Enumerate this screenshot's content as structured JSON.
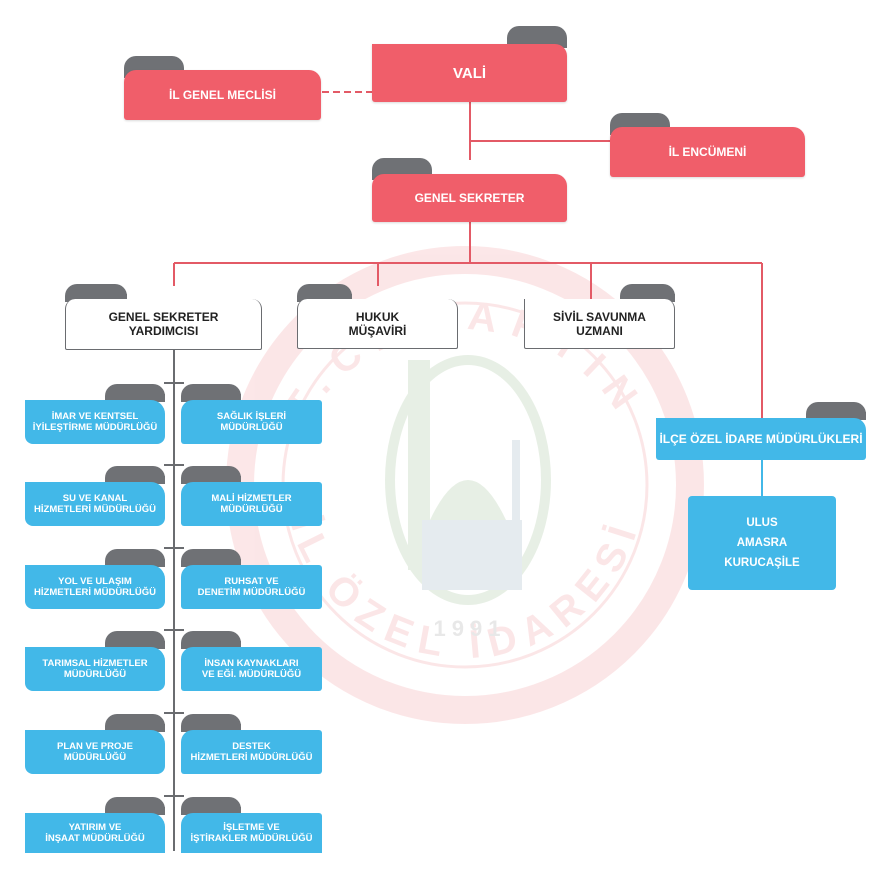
{
  "colors": {
    "accent_red": "#f05e6a",
    "accent_blue": "#42b8e8",
    "tab_gray": "#6f7175",
    "line_red": "#e35a66"
  },
  "watermark": {
    "top_arc": "T.C. BARTIN",
    "bottom_arc": "İL ÖZEL İDARESİ",
    "year": "1991"
  },
  "top": {
    "vali": "VALİ",
    "il_genel_meclisi": "İL GENEL MECLİSİ",
    "il_encumeni": "İL ENCÜMENİ",
    "genel_sekreter": "GENEL SEKRETER"
  },
  "second": {
    "yardimcisi": "GENEL SEKRETER\nYARDIMCISI",
    "hukuk": "HUKUK\nMÜŞAVİRİ",
    "sivil": "SİVİL SAVUNMA\nUZMANI",
    "ilce": "İLÇE ÖZEL İDARE MÜDÜRLÜKLERİ"
  },
  "units_left": [
    "İMAR VE KENTSEL\nİYİLEŞTİRME MÜDÜRLÜĞÜ",
    "SU VE KANAL\nHİZMETLERİ MÜDÜRLÜĞÜ",
    "YOL VE ULAŞIM\nHİZMETLERİ MÜDÜRLÜĞÜ",
    "TARIMSAL HİZMETLER\nMÜDÜRLÜĞÜ",
    "PLAN VE PROJE\nMÜDÜRLÜĞÜ",
    "YATIRIM VE\nİNŞAAT MÜDÜRLÜĞÜ"
  ],
  "units_right": [
    "SAĞLIK İŞLERİ\nMÜDÜRLÜĞÜ",
    "MALİ HİZMETLER\nMÜDÜRLÜĞÜ",
    "RUHSAT VE\nDENETİM MÜDÜRLÜĞÜ",
    "İNSAN KAYNAKLARI\nVE EĞİ. MÜDÜRLÜĞÜ",
    "DESTEK\nHİZMETLERİ MÜDÜRLÜĞÜ",
    "İŞLETME VE\nİŞTİRAKLER MÜDÜRLÜĞÜ"
  ],
  "districts": [
    "ULUS",
    "AMASRA",
    "KURUCAŞİLE"
  ]
}
